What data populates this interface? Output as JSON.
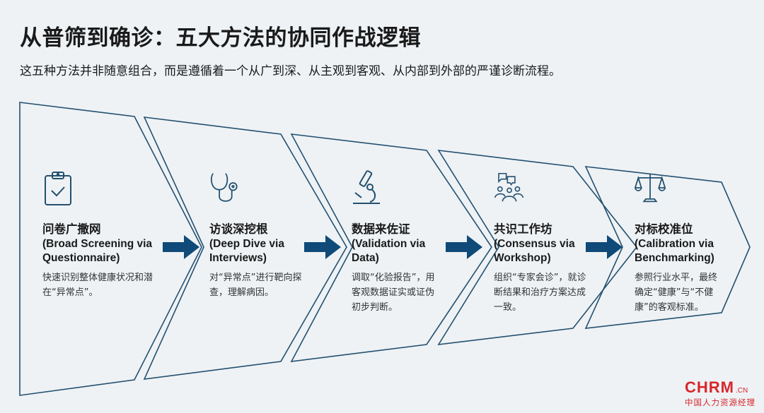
{
  "title": "从普筛到确诊：五大方法的协同作战逻辑",
  "subtitle": "这五种方法并非随意组合，而是遵循着一个从广到深、从主观到客观、从内部到外部的严谨诊断流程。",
  "colors": {
    "accent": "#0f4a78",
    "stroke": "#24506f",
    "background": "#eef2f5",
    "logo": "#d8262a"
  },
  "steps": [
    {
      "icon": "clipboard-check-icon",
      "title_cn": "问卷广撒网",
      "title_en": "(Broad Screening via Questionnaire)",
      "desc": "快速识别整体健康状况和潜在“异常点”。"
    },
    {
      "icon": "stethoscope-icon",
      "title_cn": "访谈深挖根",
      "title_en": "(Deep Dive via Interviews)",
      "desc": "对“异常点”进行靶向探查，理解病因。"
    },
    {
      "icon": "microscope-icon",
      "title_cn": "数据来佐证",
      "title_en": "(Validation via Data)",
      "desc": "调取“化验报告”，用客观数据证实或证伪初步判断。"
    },
    {
      "icon": "group-discussion-icon",
      "title_cn": "共识工作坊",
      "title_en": "(Consensus via Workshop)",
      "desc": "组织“专家会诊”，就诊断结果和治疗方案达成一致。"
    },
    {
      "icon": "scales-icon",
      "title_cn": "对标校准位",
      "title_en": "(Calibration via Benchmarking)",
      "desc": "参照行业水平，最终确定“健康”与“不健康”的客观标准。"
    }
  ],
  "logo": {
    "main": "CHRM",
    "suffix": ".CN",
    "sub": "中国人力资源经理"
  }
}
